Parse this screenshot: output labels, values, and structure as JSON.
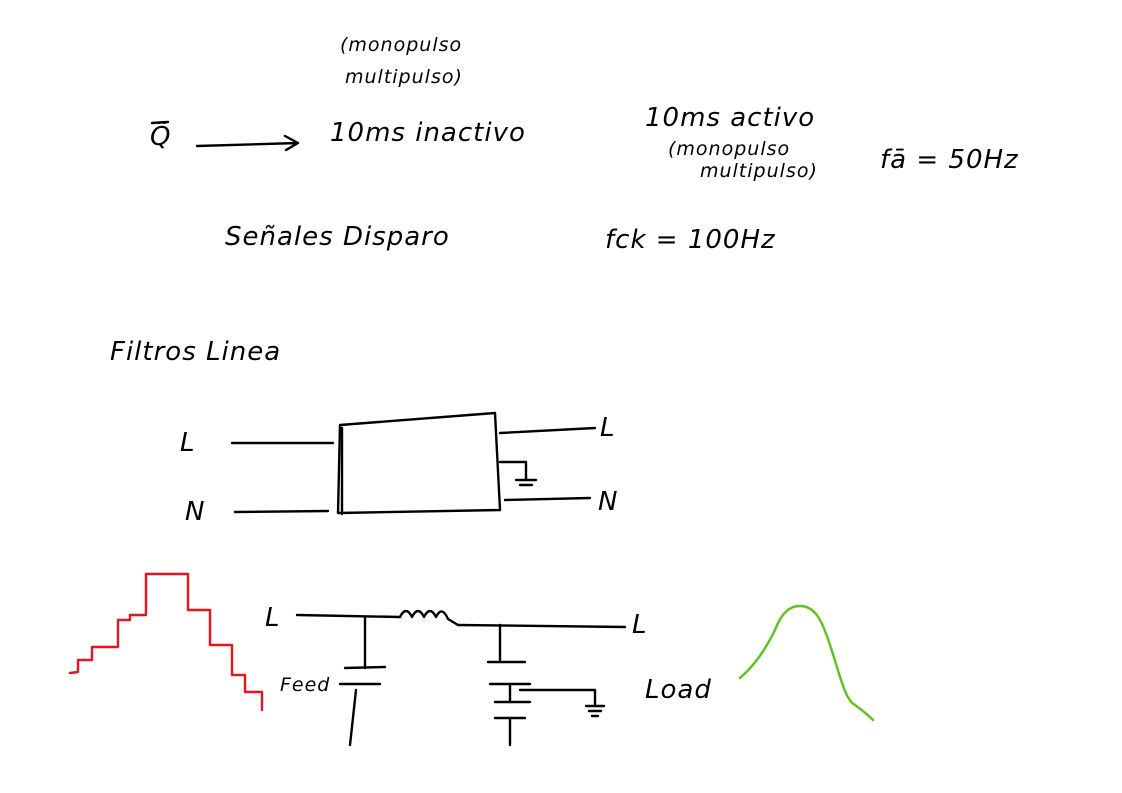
{
  "notes": {
    "top_left_paren": "(monopulso",
    "top_left_multi": "multipulso)",
    "q_symbol": "Q̃",
    "inactive": "10ms inactivo",
    "active": "10ms activo",
    "active_paren": "(monopulso",
    "active_multi": "multipulso)",
    "freq_a": "fā = 50Hz",
    "signals": "Señales Disparo",
    "freq_ck": "fck = 100Hz",
    "heading": "Filtros Linea"
  },
  "block_diagram": {
    "in_l": "L",
    "in_n": "N",
    "out_l": "L",
    "out_n": "N"
  },
  "circuit": {
    "in_l": "L",
    "out_l": "L",
    "feed": "Feed",
    "load": "Load"
  },
  "colors": {
    "ink": "#000000",
    "staircase": "#e8141e",
    "sine": "#5cc41a"
  }
}
